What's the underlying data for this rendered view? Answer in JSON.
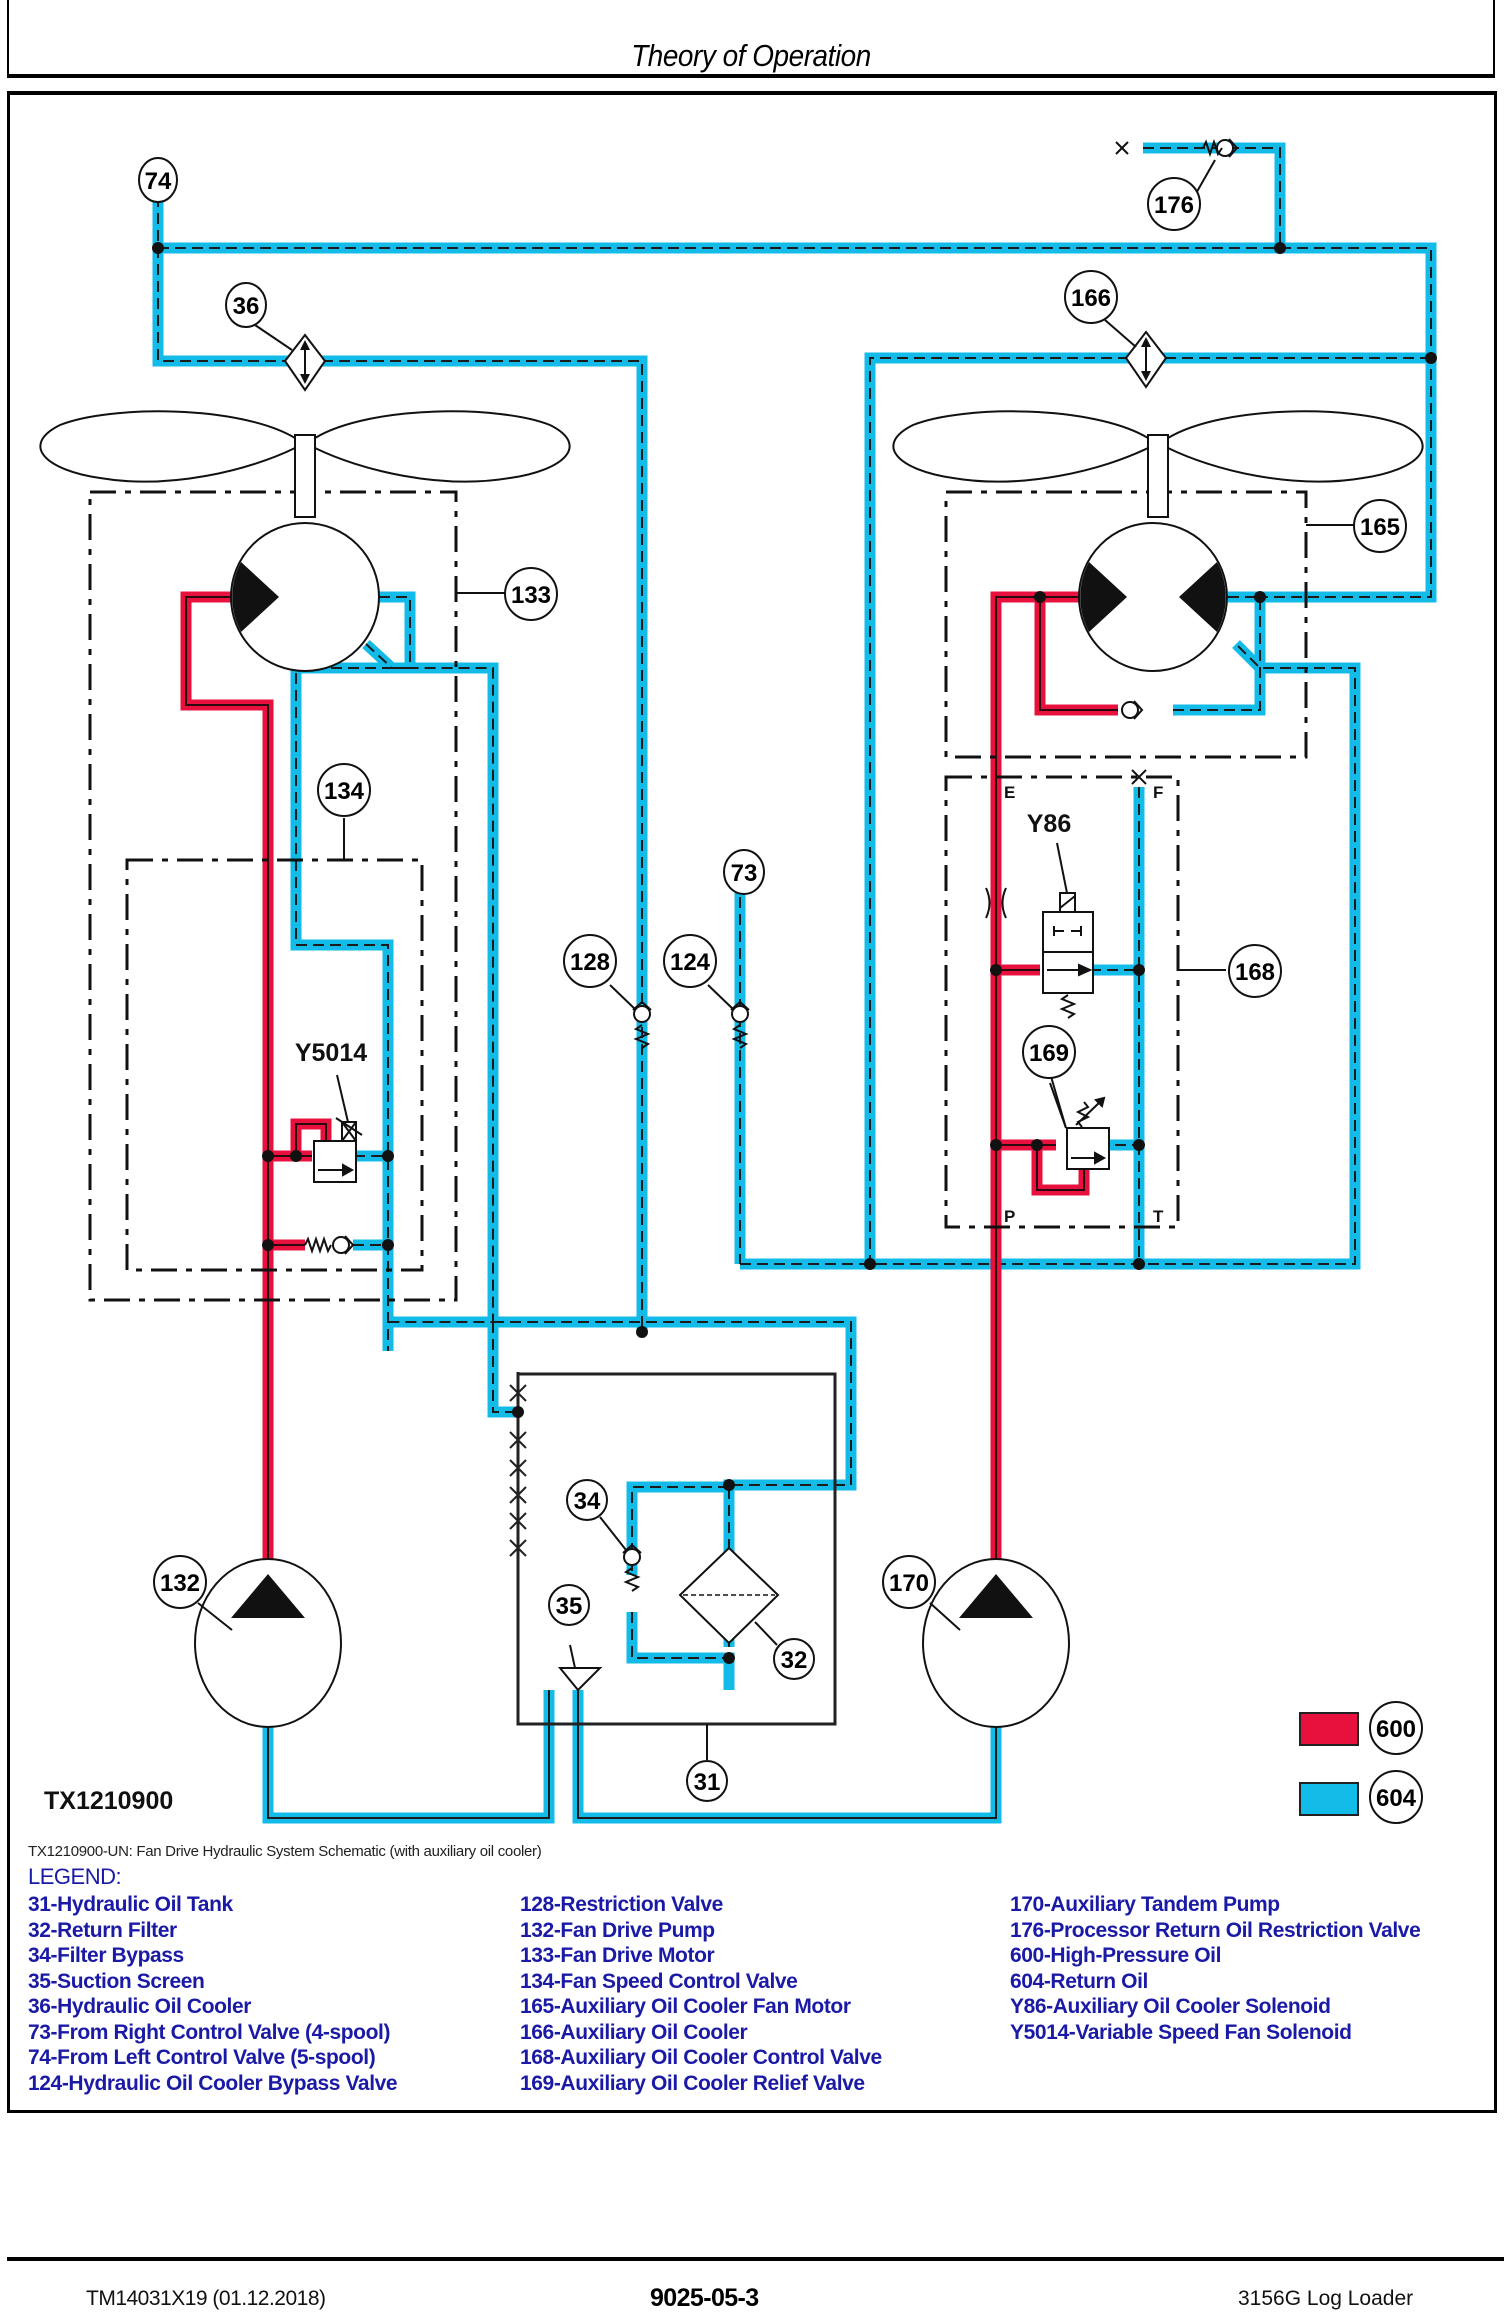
{
  "header": {
    "title": "Theory of Operation"
  },
  "figure": {
    "id": "TX1210900",
    "caption": "TX1210900-UN: Fan Drive Hydraulic System Schematic (with auxiliary oil cooler)",
    "colors": {
      "high_pressure": "#e8103c",
      "return": "#12bbe8"
    },
    "callouts": {
      "c74": "74",
      "c36": "36",
      "c176": "176",
      "c166": "166",
      "c165": "165",
      "c133": "133",
      "c134": "134",
      "c128": "128",
      "c124": "124",
      "c73": "73",
      "c168": "168",
      "c169": "169",
      "c34": "34",
      "c35": "35",
      "c32": "32",
      "c31": "31",
      "c132": "132",
      "c170": "170",
      "c600": "600",
      "c604": "604"
    },
    "tags": {
      "y5014": "Y5014",
      "y86": "Y86",
      "port_e": "E",
      "port_f": "F",
      "port_p": "P",
      "port_t": "T"
    }
  },
  "legend": {
    "title": "LEGEND:",
    "col1": [
      "31-Hydraulic Oil Tank",
      "32-Return Filter",
      "34-Filter Bypass",
      "35-Suction Screen",
      "36-Hydraulic Oil Cooler",
      "73-From Right Control Valve (4-spool)",
      "74-From Left Control Valve (5-spool)",
      "124-Hydraulic Oil Cooler Bypass Valve"
    ],
    "col2": [
      "128-Restriction Valve",
      "132-Fan Drive Pump",
      "133-Fan Drive Motor",
      "134-Fan Speed Control Valve",
      "165-Auxiliary Oil Cooler Fan Motor",
      "166-Auxiliary Oil Cooler",
      "168-Auxiliary Oil Cooler Control Valve",
      "169-Auxiliary Oil Cooler Relief Valve"
    ],
    "col3": [
      "170-Auxiliary Tandem Pump",
      "176-Processor Return Oil Restriction Valve",
      "600-High-Pressure Oil",
      "604-Return Oil",
      "Y86-Auxiliary Oil Cooler Solenoid",
      "Y5014-Variable Speed Fan Solenoid"
    ]
  },
  "footer": {
    "doc": "TM14031X19 (01.12.2018)",
    "page": "9025-05-3",
    "machine": "3156G Log Loader"
  }
}
